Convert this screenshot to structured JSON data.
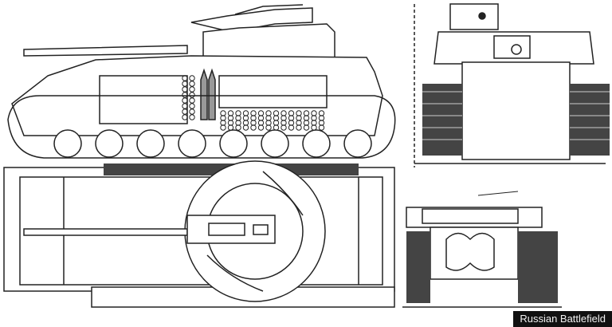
{
  "image": {
    "kind": "technical blueprint",
    "subject": "tank schematic drawing",
    "views": [
      "side-view",
      "front-view",
      "top-view",
      "rear-view"
    ]
  },
  "colors": {
    "ink": "#222222",
    "paper": "#ffffff",
    "track": "#444444",
    "watermark_bg": "#111111",
    "watermark_text": "#f2f2f2"
  },
  "watermark": {
    "text": "Russian Battlefield"
  }
}
